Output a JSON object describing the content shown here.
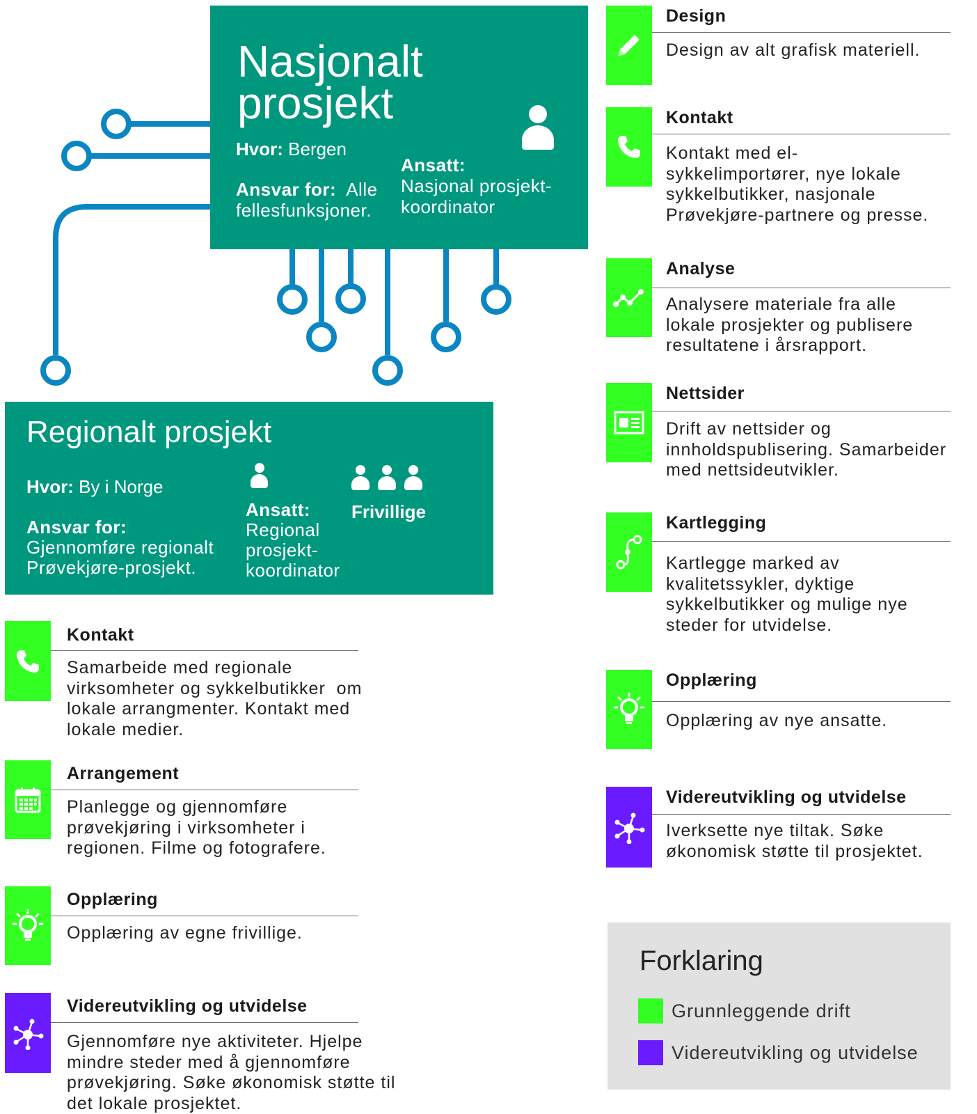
{
  "national": {
    "title_line1": "Nasjonalt",
    "title_line2": "prosjekt",
    "where_label": "Hvor:",
    "where_value": "Bergen",
    "resp_label": "Ansvar for:",
    "resp_value_1": "Alle",
    "resp_value_2": "fellesfunksjoner.",
    "employee_label": "Ansatt:",
    "employee_value_1": "Nasjonal prosjekt-",
    "employee_value_2": "koordinator"
  },
  "regional": {
    "title": "Regionalt prosjekt",
    "where_label": "Hvor:",
    "where_value": "By i Norge",
    "resp_label": "Ansvar for:",
    "resp_value_1": "Gjennomføre regionalt",
    "resp_value_2": "Prøvekjøre-prosjekt.",
    "employee_label": "Ansatt:",
    "employee_value_1": "Regional",
    "employee_value_2": "prosjekt-",
    "employee_value_3": "koordinator",
    "volunteers_label": "Frivillige"
  },
  "regional_tasks": [
    {
      "title": "Kontakt",
      "icon": "phone-icon",
      "color": "green",
      "lines": [
        "Samarbeide med regionale",
        "virksomheter og sykkelbutikker  om",
        "lokale arrangmenter. Kontakt med",
        "lokale medier."
      ]
    },
    {
      "title": "Arrangement",
      "icon": "calendar-icon",
      "color": "green",
      "lines": [
        "Planlegge og gjennomføre",
        "prøvekjøring i virksomheter i",
        "regionen. Filme og fotografere."
      ]
    },
    {
      "title": "Opplæring",
      "icon": "lightbulb-icon",
      "color": "green",
      "lines": [
        "Opplæring av egne frivillige."
      ]
    },
    {
      "title": "Videreutvikling og utvidelse",
      "icon": "network-icon",
      "color": "purple",
      "lines": [
        "Gjennomføre nye aktiviteter. Hjelpe",
        "mindre steder med å gjennomføre",
        "prøvekjøring. Søke økonomisk støtte til",
        "det lokale prosjektet."
      ]
    }
  ],
  "national_tasks": [
    {
      "title": "Design",
      "icon": "pencil-icon",
      "color": "green",
      "lines": [
        "Design av alt grafisk materiell."
      ]
    },
    {
      "title": "Kontakt",
      "icon": "phone-icon",
      "color": "green",
      "lines": [
        "Kontakt med el-",
        "sykkelimportører, nye lokale",
        "sykkelbutikker, nasjonale",
        "Prøvekjøre-partnere og presse."
      ]
    },
    {
      "title": "Analyse",
      "icon": "line-chart-icon",
      "color": "green",
      "lines": [
        "Analysere materiale fra alle",
        "lokale prosjekter og publisere",
        "resultatene i årsrapport."
      ]
    },
    {
      "title": "Nettsider",
      "icon": "webpage-icon",
      "color": "green",
      "lines": [
        "Drift av nettsider og",
        "innholdspublisering. Samarbeider",
        "med nettsideutvikler."
      ]
    },
    {
      "title": "Kartlegging",
      "icon": "route-icon",
      "color": "green",
      "lines": [
        "Kartlegge marked av",
        "kvalitetssykler, dyktige",
        "sykkelbutikker og mulige nye",
        "steder for utvidelse."
      ]
    },
    {
      "title": "Opplæring",
      "icon": "lightbulb-icon",
      "color": "green",
      "lines": [
        "Opplæring av nye ansatte."
      ]
    },
    {
      "title": "Videreutvikling og utvidelse",
      "icon": "network-icon",
      "color": "purple",
      "lines": [
        "Iverksette nye tiltak. Søke",
        "økonomisk støtte til prosjektet."
      ]
    }
  ],
  "legend": {
    "title": "Forklaring",
    "items": [
      {
        "label": "Grunnleggende drift",
        "color": "#33ff22"
      },
      {
        "label": "Videreutvikling og utvidelse",
        "color": "#6a1bff"
      }
    ]
  },
  "colors": {
    "teal": "#00977f",
    "green": "#33ff22",
    "purple": "#6a1bff",
    "connector": "#0a86c2",
    "legend_bg": "#e1e1e1"
  }
}
